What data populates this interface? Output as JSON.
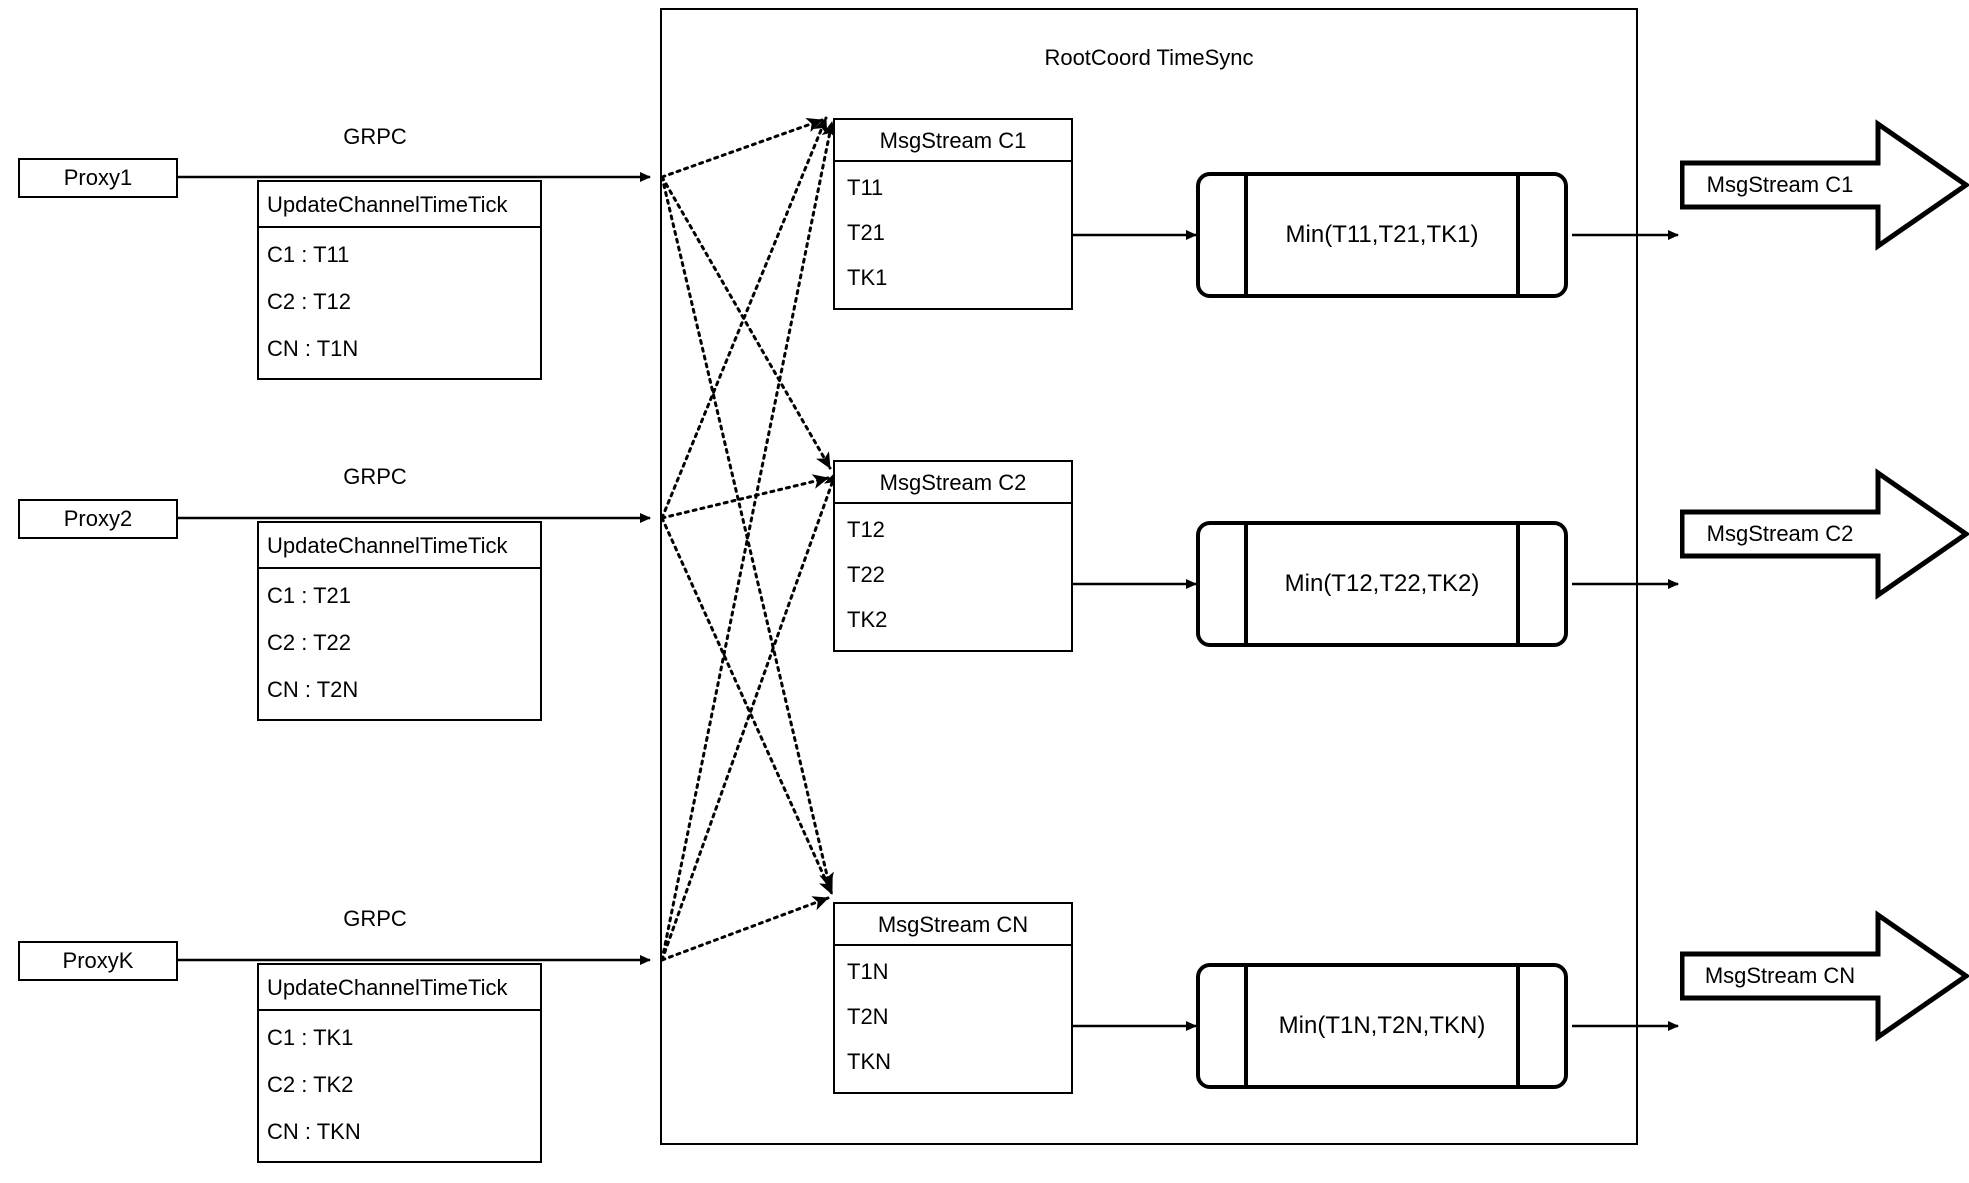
{
  "diagram": {
    "title": "RootCoord TimeSync",
    "stroke_color": "#000000",
    "background": "#ffffff"
  },
  "proxies": [
    {
      "name": "Proxy1",
      "link_label": "GRPC",
      "table_title": "UpdateChannelTimeTick",
      "rows": [
        "C1 :  T11",
        "C2 :  T12",
        "CN : T1N"
      ]
    },
    {
      "name": "Proxy2",
      "link_label": "GRPC",
      "table_title": "UpdateChannelTimeTick",
      "rows": [
        "C1 :  T21",
        "C2 :  T22",
        "CN : T2N"
      ]
    },
    {
      "name": "ProxyK",
      "link_label": "GRPC",
      "table_title": "UpdateChannelTimeTick",
      "rows": [
        "C1 :  TK1",
        "C2 :  TK2",
        "CN : TKN"
      ]
    }
  ],
  "channels": [
    {
      "msgstream_title": "MsgStream C1",
      "ticks": [
        "T11",
        "T21",
        "TK1"
      ],
      "min_label": "Min(T11,T21,TK1)",
      "output_label": "MsgStream C1"
    },
    {
      "msgstream_title": "MsgStream C2",
      "ticks": [
        "T12",
        "T22",
        "TK2"
      ],
      "min_label": "Min(T12,T22,TK2)",
      "output_label": "MsgStream C2"
    },
    {
      "msgstream_title": "MsgStream CN",
      "ticks": [
        "T1N",
        "T2N",
        "TKN"
      ],
      "min_label": "Min(T1N,T2N,TKN)",
      "output_label": "MsgStream CN"
    }
  ]
}
